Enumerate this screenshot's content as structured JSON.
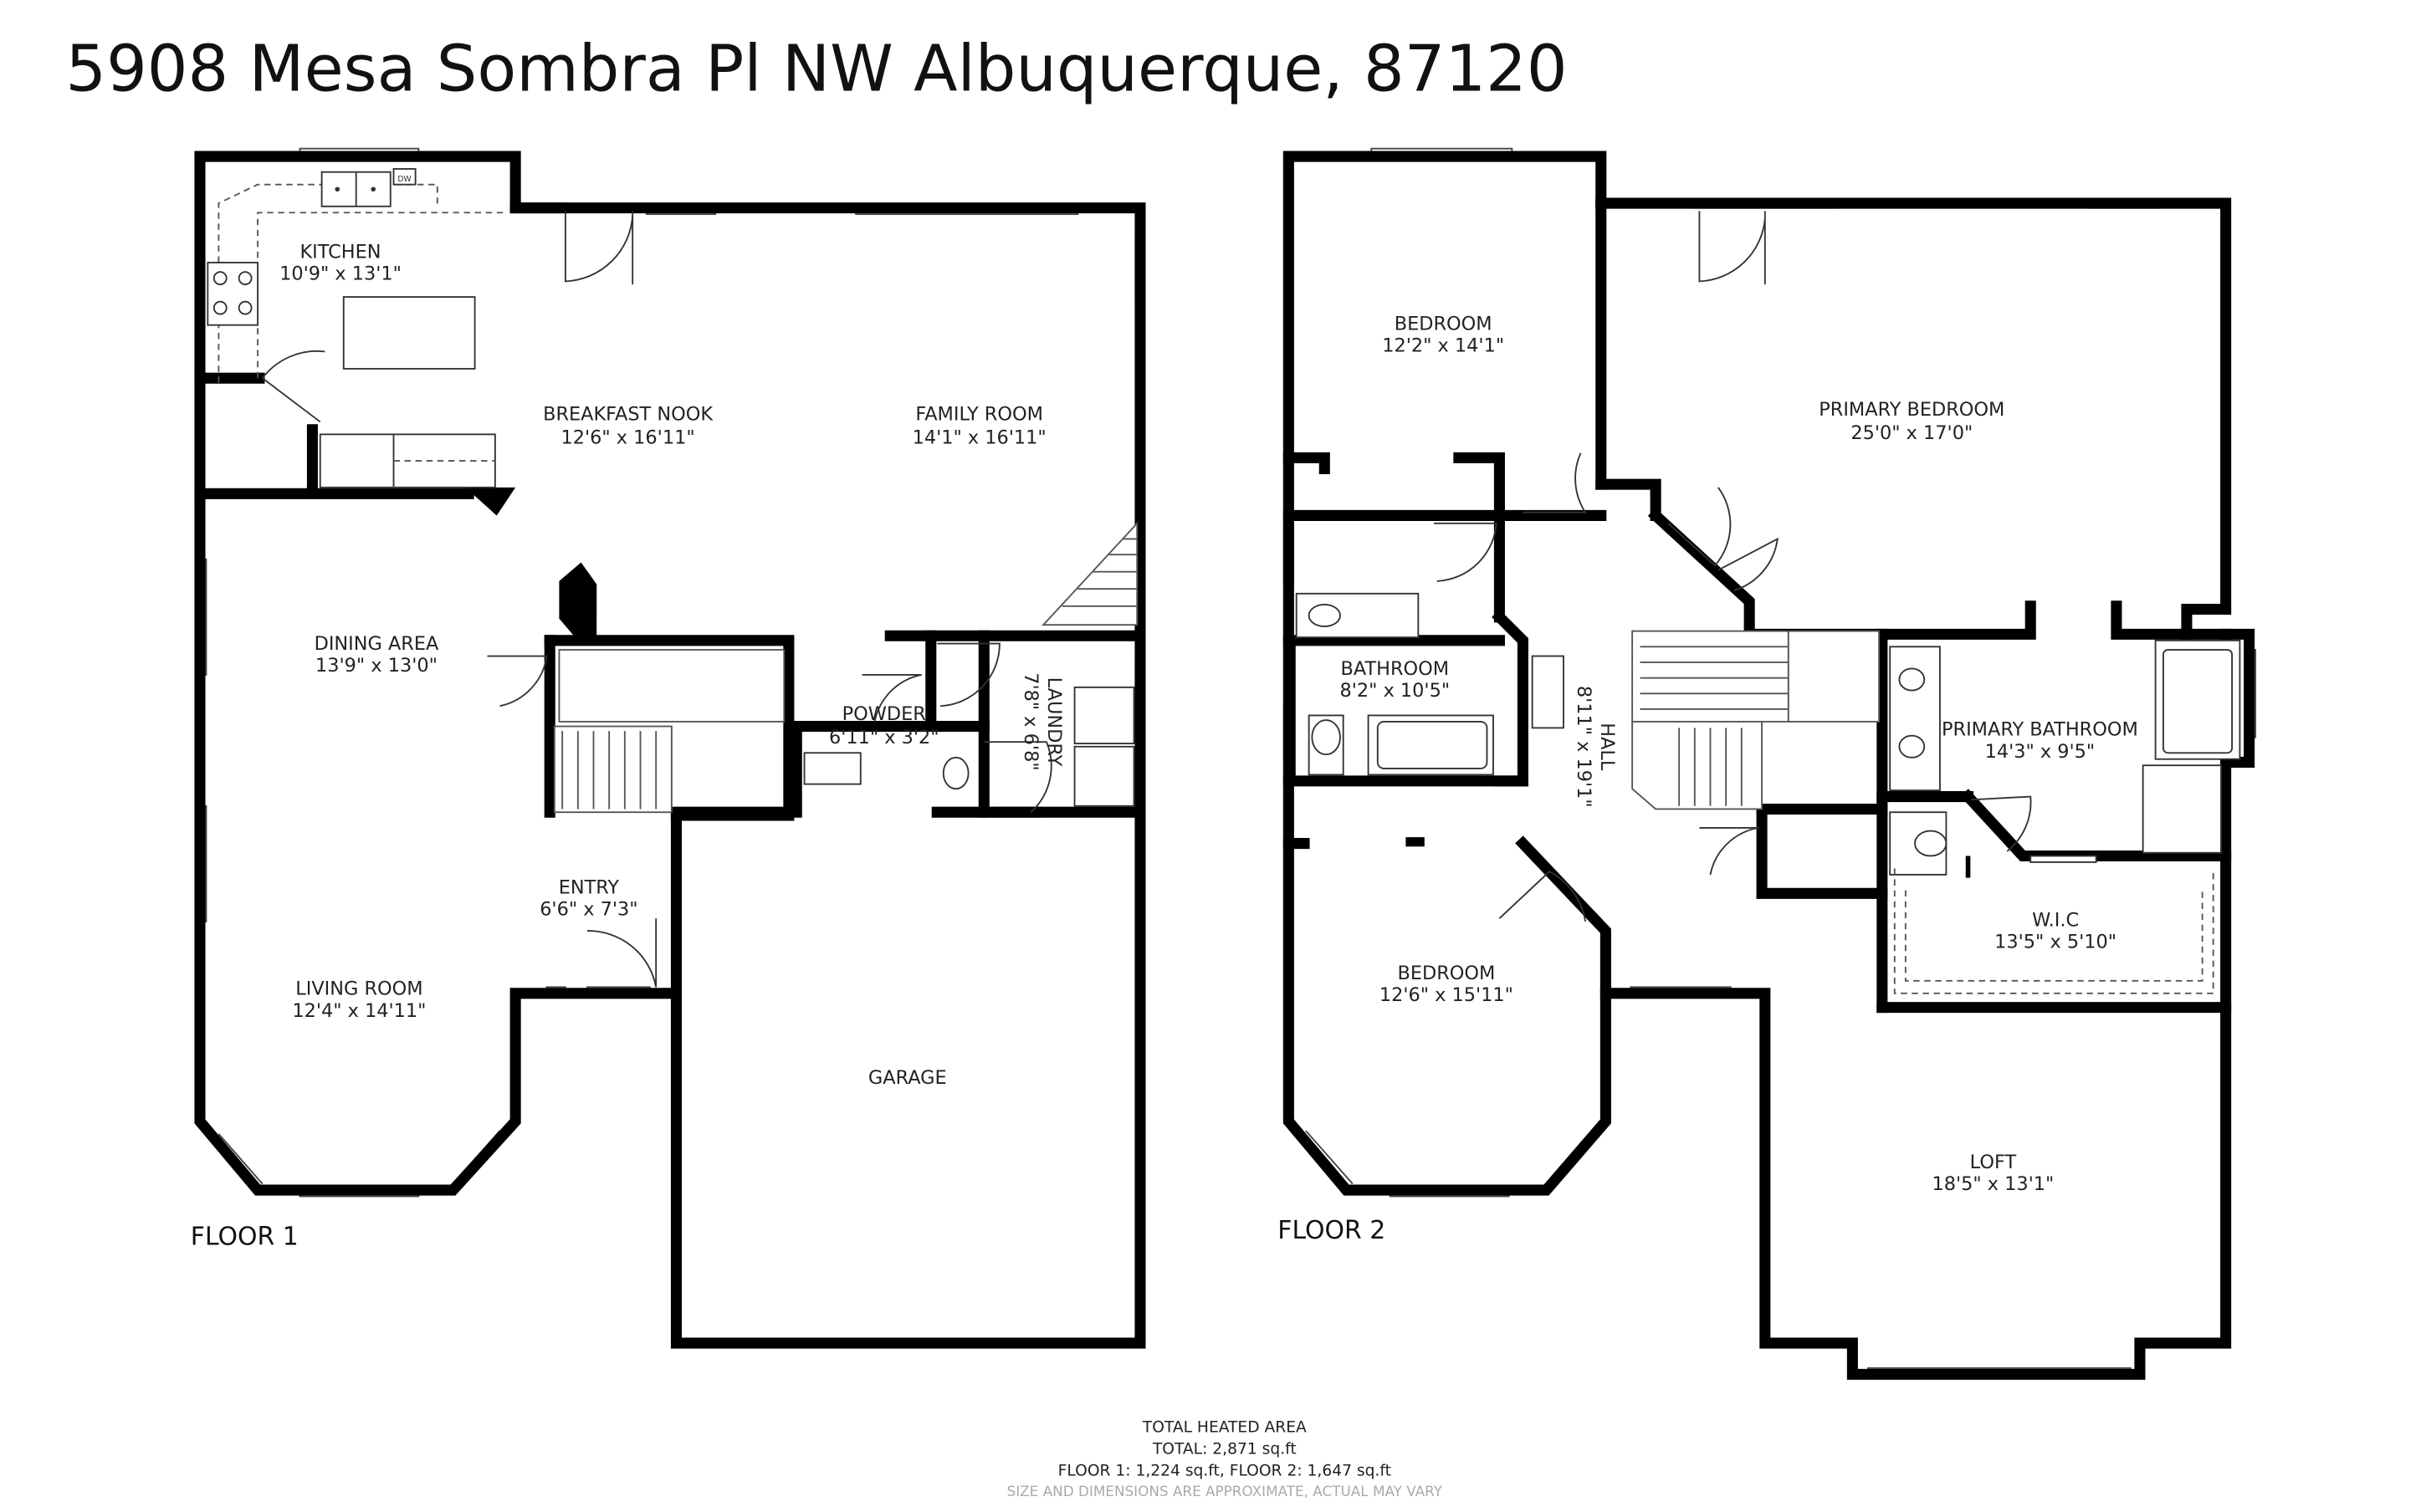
{
  "title": "5908 Mesa Sombra Pl NW Albuquerque, 87120",
  "floors": [
    {
      "label": "FLOOR 1"
    },
    {
      "label": "FLOOR 2"
    }
  ],
  "rooms": {
    "kitchen": {
      "name": "KITCHEN",
      "dims": "10'9\" x 13'1\""
    },
    "breakfast_nook": {
      "name": "BREAKFAST NOOK",
      "dims": "12'6\" x 16'11\""
    },
    "family_room": {
      "name": "FAMILY ROOM",
      "dims": "14'1\" x 16'11\""
    },
    "dining_area": {
      "name": "DINING AREA",
      "dims": "13'9\" x 13'0\""
    },
    "entry": {
      "name": "ENTRY",
      "dims": "6'6\" x 7'3\""
    },
    "living_room": {
      "name": "LIVING ROOM",
      "dims": "12'4\" x 14'11\""
    },
    "powder": {
      "name": "POWDER",
      "dims": "6'11\" x 3'2\""
    },
    "laundry": {
      "name": "LAUNDRY",
      "dims": "7'8\" x 6'8\""
    },
    "garage": {
      "name": "GARAGE",
      "dims": ""
    },
    "bedroom_2a": {
      "name": "BEDROOM",
      "dims": "12'2\" x 14'1\""
    },
    "primary_bedroom": {
      "name": "PRIMARY BEDROOM",
      "dims": "25'0\" x 17'0\""
    },
    "bathroom": {
      "name": "BATHROOM",
      "dims": "8'2\" x 10'5\""
    },
    "hall": {
      "name": "HALL",
      "dims": "8'11\" x 19'1\""
    },
    "primary_bathroom": {
      "name": "PRIMARY BATHROOM",
      "dims": "14'3\" x 9'5\""
    },
    "wic": {
      "name": "W.I.C",
      "dims": "13'5\" x 5'10\""
    },
    "bedroom_2b": {
      "name": "BEDROOM",
      "dims": "12'6\" x 15'11\""
    },
    "loft": {
      "name": "LOFT",
      "dims": "18'5\" x 13'1\""
    }
  },
  "appliances": {
    "dishwasher": "DW"
  },
  "footer": {
    "heading": "TOTAL HEATED AREA",
    "total": "TOTAL: 2,871 sq.ft",
    "floors": "FLOOR 1: 1,224 sq.ft, FLOOR 2: 1,647 sq.ft",
    "disclaimer": "SIZE AND DIMENSIONS ARE APPROXIMATE, ACTUAL MAY VARY"
  }
}
